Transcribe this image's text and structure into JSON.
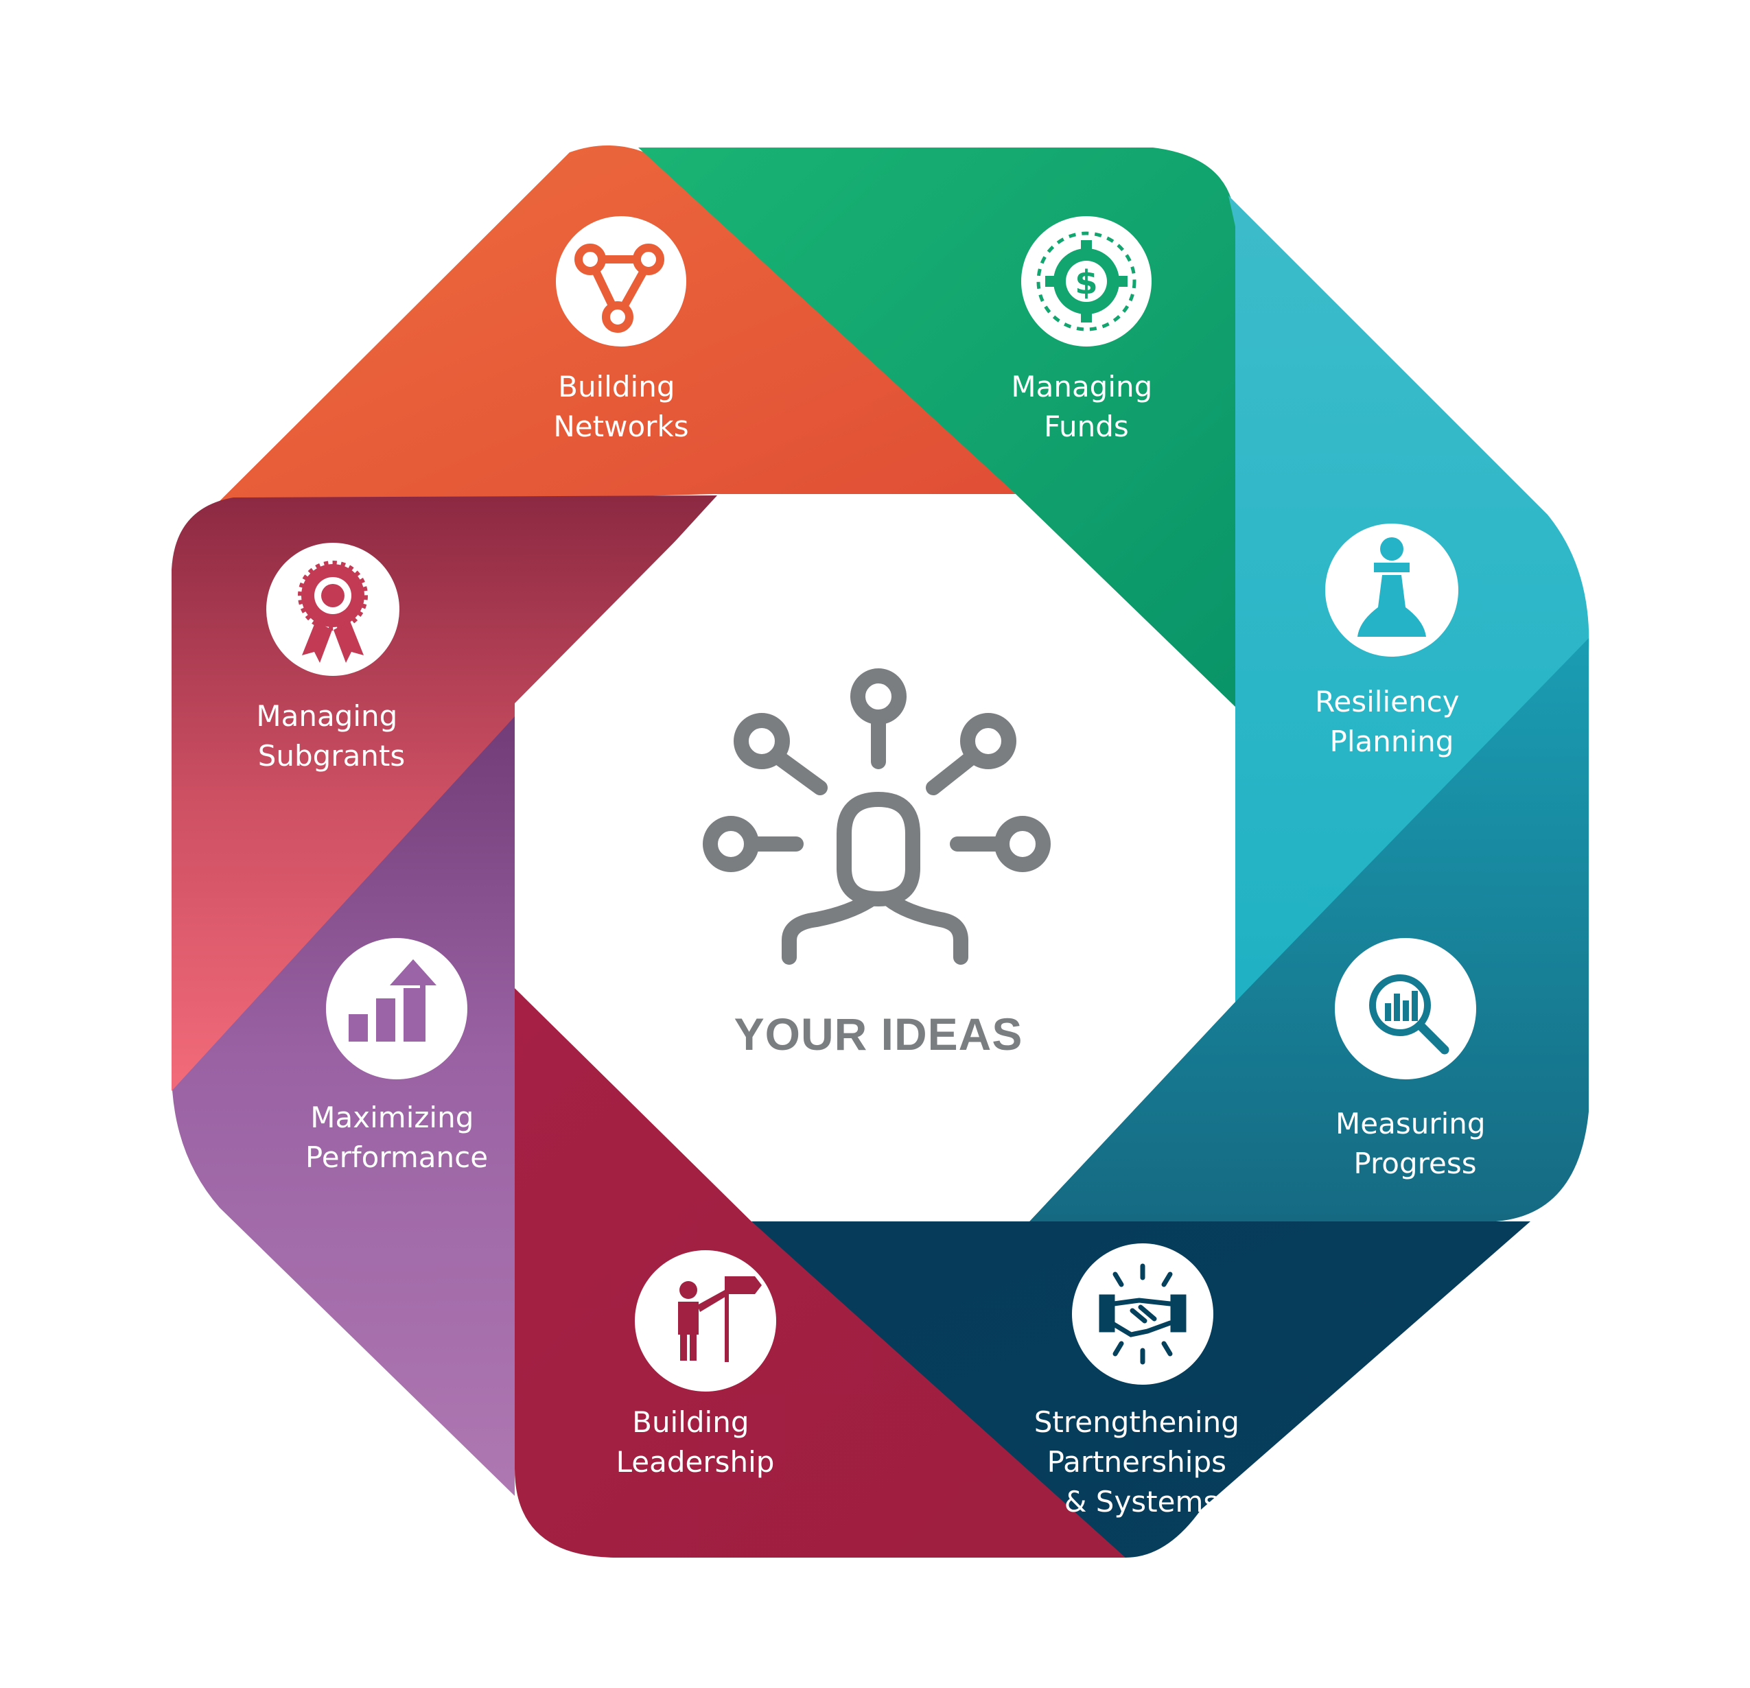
{
  "center": {
    "label": "YOUR IDEAS",
    "icon": "person-ideas-icon",
    "color": "#7a7e80"
  },
  "segments": [
    {
      "id": "building-networks",
      "lines": [
        "Building",
        "Networks"
      ],
      "icon": "network-nodes-icon",
      "color": "#ea5e37"
    },
    {
      "id": "managing-funds",
      "lines": [
        "Managing",
        "Funds"
      ],
      "icon": "dollar-gear-icon",
      "color": "#12a56f"
    },
    {
      "id": "resiliency-planning",
      "lines": [
        "Resiliency",
        "Planning"
      ],
      "icon": "chess-pawn-icon",
      "color": "#25b3c8"
    },
    {
      "id": "measuring-progress",
      "lines": [
        "Measuring",
        "Progress"
      ],
      "icon": "magnifier-chart-icon",
      "color": "#137a91"
    },
    {
      "id": "strengthening-partnerships",
      "lines": [
        "Strengthening",
        "Partnerships",
        "& Systems"
      ],
      "icon": "handshake-icon",
      "color": "#05405c"
    },
    {
      "id": "building-leadership",
      "lines": [
        "Building",
        "Leadership"
      ],
      "icon": "leader-flag-icon",
      "color": "#a02142"
    },
    {
      "id": "maximizing-performance",
      "lines": [
        "Maximizing",
        "Performance"
      ],
      "icon": "growth-bars-icon",
      "color": "#9a64a6"
    },
    {
      "id": "managing-subgrants",
      "lines": [
        "Managing",
        "Subgrants"
      ],
      "icon": "award-ribbon-icon",
      "color": "#d24a60"
    }
  ]
}
